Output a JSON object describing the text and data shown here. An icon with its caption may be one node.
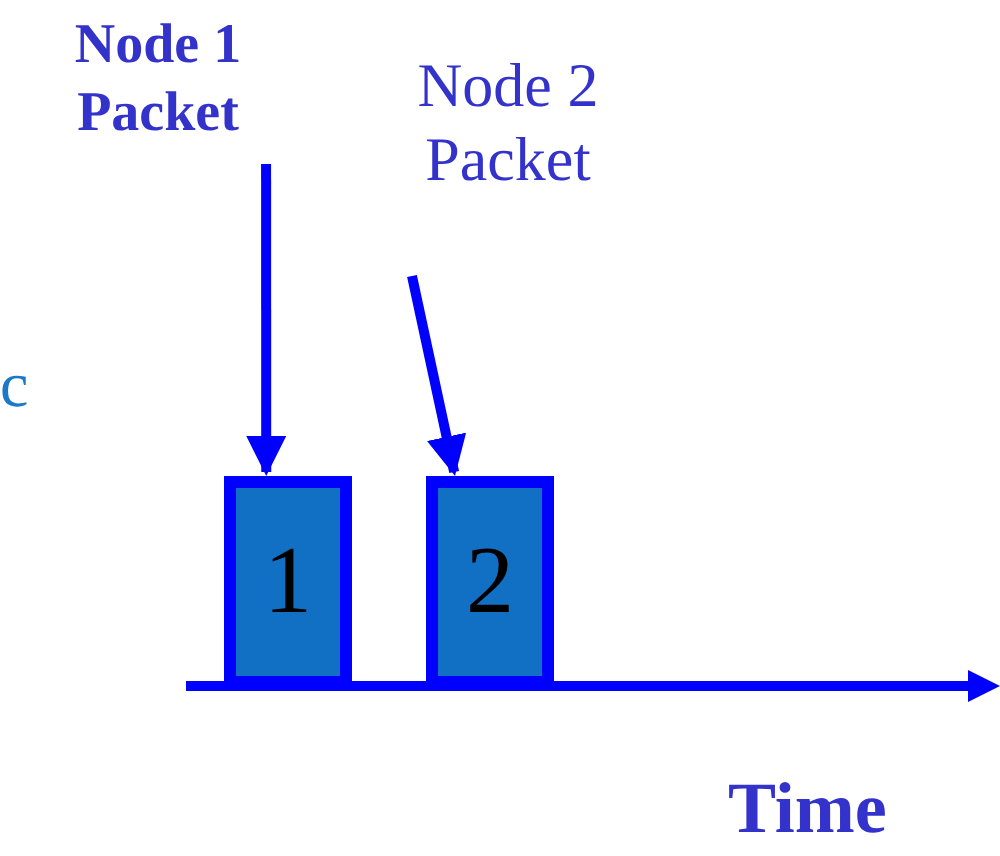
{
  "diagram": {
    "nodes": [
      {
        "text": [
          "Node 1 Packet"
        ]
      },
      {
        "text": [
          "Node 2 Packet"
        ]
      },
      {
        "text": [
          "1"
        ]
      },
      {
        "text": [
          "2"
        ]
      }
    ],
    "edges": [
      {
        "from": 0,
        "to": 2,
        "arrow": "to"
      },
      {
        "from": 1,
        "to": 3,
        "arrow": "to"
      }
    ],
    "labels": [
      "c",
      "Time"
    ]
  }
}
